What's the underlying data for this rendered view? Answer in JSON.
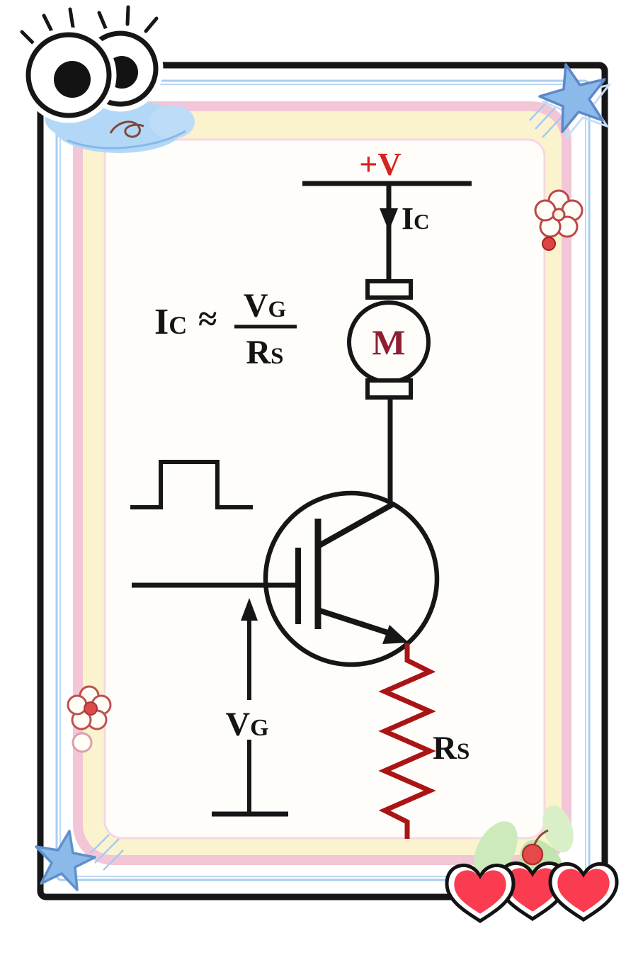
{
  "figure": {
    "type": "circuit-diagram",
    "description": "Decorated sticker-frame card showing a transistor switching a DC motor, driven by a gate pulse, with emitter sense resistor"
  },
  "labels": {
    "supply": "+V",
    "collector_current": {
      "base": "I",
      "sub": "C"
    },
    "motor": "M",
    "gate_voltage": {
      "base": "V",
      "sub": "G"
    },
    "source_resistor": {
      "base": "R",
      "sub": "S"
    }
  },
  "formula": {
    "lhs": {
      "base": "I",
      "sub": "C"
    },
    "relation": "≈",
    "numerator": {
      "base": "V",
      "sub": "G"
    },
    "denominator": {
      "base": "R",
      "sub": "S"
    }
  },
  "colors": {
    "supply_label": "#d22420",
    "motor_label": "#8e1f33",
    "resistor": "#ab1414",
    "wire": "#161616",
    "heart": "#fb3b50",
    "star": "#8ab9ea",
    "frame_yellow": "#fbf3cd",
    "frame_pink": "#f3c6d7",
    "frame_blue": "#a9cdf0"
  },
  "decorations": {
    "top_left": "googly-eyes-sticker",
    "top_left_cloud": "blue-cloud-doodle",
    "top_right": "blue-star-sticker",
    "right_edge": "flower-doodle",
    "left_edge": "flower-doodle",
    "bottom_left": "blue-star-sticker",
    "bottom_right": "three-hearts-sticker",
    "bottom_right_leaves": "leaf-and-cherry-doodle"
  }
}
